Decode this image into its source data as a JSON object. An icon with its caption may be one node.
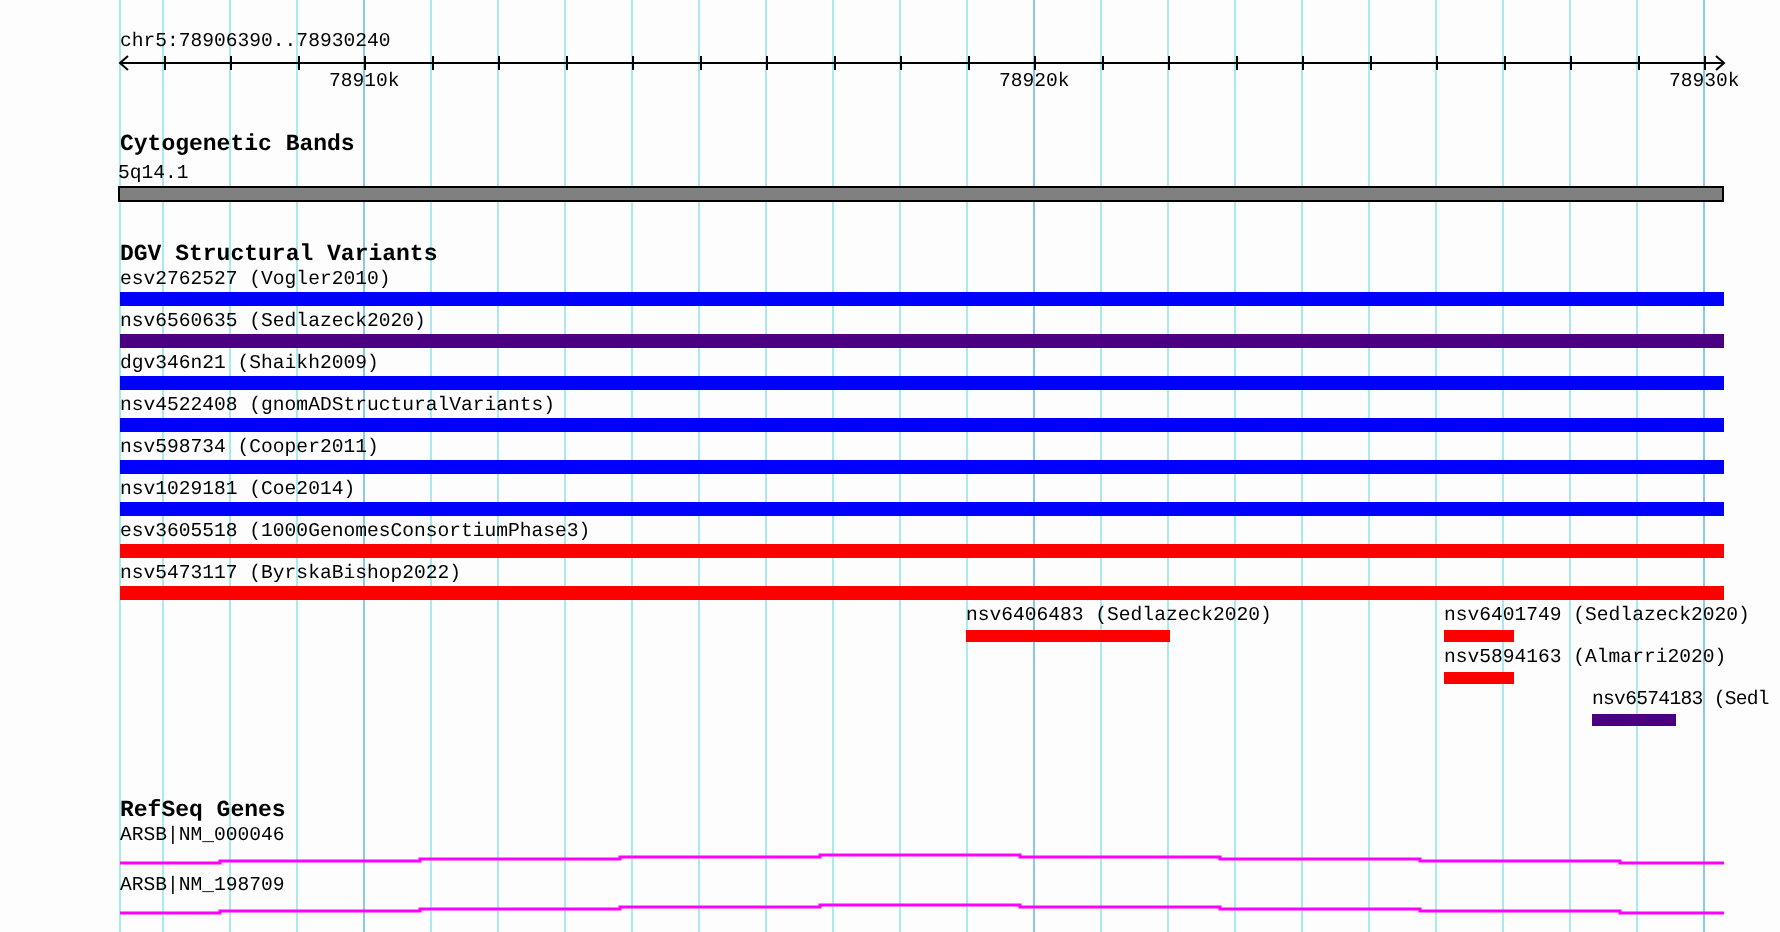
{
  "diagram": {
    "nodes": [
      {
        "text": [
          "5q14.1"
        ]
      },
      {
        "text": [
          "esv2762527 (Vogler2010)"
        ]
      },
      {
        "text": [
          "nsv6560635 (Sedlazeck2020)"
        ]
      },
      {
        "text": [
          "dgv346n21 (Shaikh2009)"
        ]
      },
      {
        "text": [
          "nsv4522408 (gnomADStructuralVariants)"
        ]
      },
      {
        "text": [
          "nsv598734 (Cooper2011)"
        ]
      },
      {
        "text": [
          "nsv1029181 (Coe2014)"
        ]
      },
      {
        "text": [
          "esv3605518 (1000GenomesConsortiumPhase3)"
        ]
      },
      {
        "text": [
          "nsv5473117 (ByrskaBishop2022)"
        ]
      },
      {
        "text": [
          "nsv6406483 (Sedlazeck2020)"
        ]
      },
      {
        "text": [
          "nsv6401749 (Sedlazeck2020)"
        ]
      },
      {
        "text": [
          "nsv5894163 (Almarri2020)"
        ]
      },
      {
        "text": [
          "nsv6574183 (Sedl"
        ]
      },
      {
        "text": [
          "ARSB|NM_000046"
        ]
      },
      {
        "text": [
          "ARSB|NM_198709"
        ]
      }
    ],
    "labels": [
      "chr5:78906390..78930240",
      "78910k",
      "78920k",
      "78930k",
      "Cytogenetic Bands",
      "DGV Structural Variants",
      "RefSeq Genes"
    ]
  }
}
